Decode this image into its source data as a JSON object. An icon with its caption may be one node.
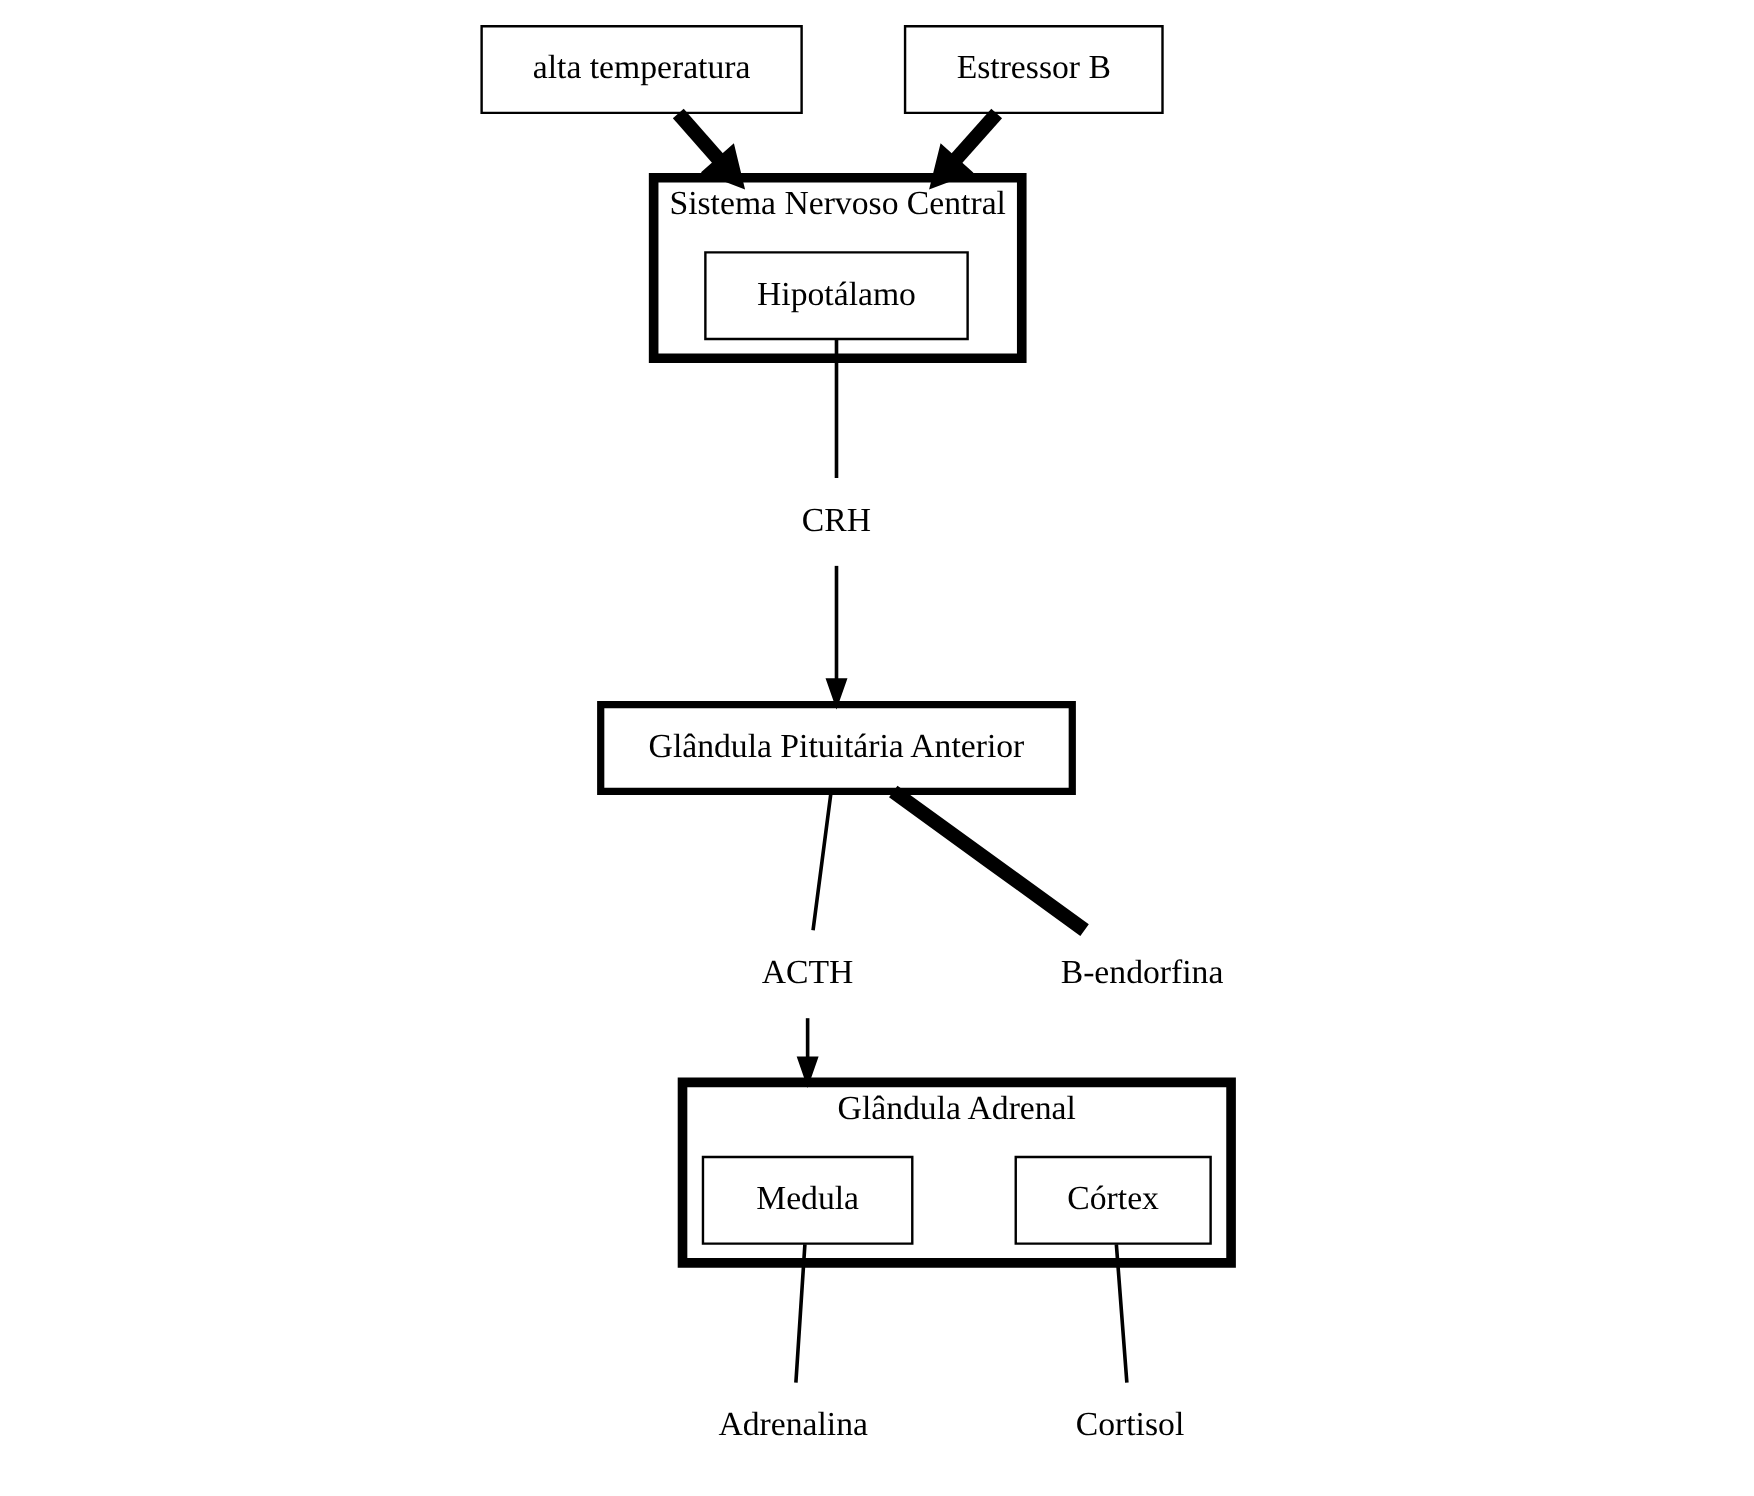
{
  "diagram": {
    "nodes": [
      {
        "text": [
          "alta temperatura"
        ]
      },
      {
        "text": [
          "Estressor B"
        ]
      },
      {
        "text": [
          "Sistema Nervoso Central"
        ]
      },
      {
        "text": [
          "Hipotálamo"
        ],
        "in": 2
      },
      {
        "text": [
          "CRH"
        ]
      },
      {
        "text": [
          "Glândula Pituitária Anterior"
        ]
      },
      {
        "text": [
          "ACTH"
        ]
      },
      {
        "text": [
          "B-endorfina"
        ]
      },
      {
        "text": [
          "Glândula Adrenal"
        ]
      },
      {
        "text": [
          "Medula"
        ],
        "in": 8
      },
      {
        "text": [
          "Córtex"
        ],
        "in": 8
      },
      {
        "text": [
          "Adrenalina"
        ]
      },
      {
        "text": [
          "Cortisol"
        ]
      }
    ],
    "edges": [
      {
        "from": 0,
        "to": 2,
        "arrow": "to",
        "style": "thick"
      },
      {
        "from": 1,
        "to": 2,
        "arrow": "to",
        "style": "thick"
      },
      {
        "from": 3,
        "to": 4,
        "arrow": "none"
      },
      {
        "from": 4,
        "to": 5,
        "arrow": "to"
      },
      {
        "from": 5,
        "to": 7,
        "arrow": "none",
        "style": "thick"
      },
      {
        "from": 5,
        "to": 6,
        "arrow": "none"
      },
      {
        "from": 6,
        "to": 8,
        "arrow": "to"
      },
      {
        "from": 9,
        "to": 11,
        "arrow": "none"
      },
      {
        "from": 10,
        "to": 12,
        "arrow": "none"
      }
    ]
  }
}
